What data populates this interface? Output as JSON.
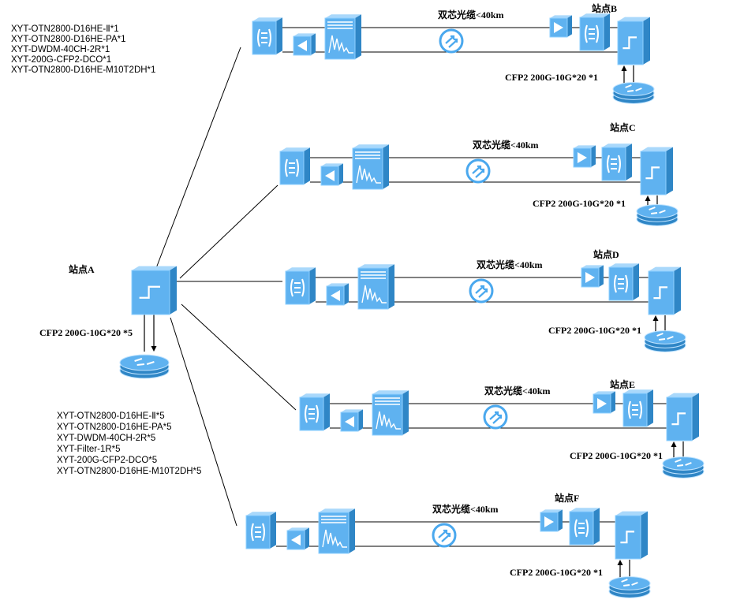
{
  "colors": {
    "device_front": "#5fb2f0",
    "device_side": "#2f86c6",
    "device_top": "#a9d8fb",
    "line": "#000000"
  },
  "site_a": {
    "label": "站点A",
    "link_label": "CFP2 200G-10G*20 *5",
    "equipment": [
      "XYT-OTN2800-D16HE-Ⅱ*5",
      "XYT-OTN2800-D16HE-PA*5",
      "XYT-DWDM-40CH-2R*5",
      "XYT-Filter-1R*5",
      "XYT-200G-CFP2-DCO*5",
      "XYT-OTN2800-D16HE-M10T2DH*5"
    ]
  },
  "remote_equipment": [
    "XYT-OTN2800-D16HE-Ⅱ*1",
    "XYT-OTN2800-D16HE-PA*1",
    "XYT-DWDM-40CH-2R*1",
    "XYT-200G-CFP2-DCO*1",
    "XYT-OTN2800-D16HE-M10T2DH*1"
  ],
  "sites": [
    {
      "label": "站点B",
      "fiber_label": "双芯光缆<40km",
      "link_label": "CFP2 200G-10G*20 *1"
    },
    {
      "label": "站点C",
      "fiber_label": "双芯光缆<40km",
      "link_label": "CFP2 200G-10G*20 *1"
    },
    {
      "label": "站点D",
      "fiber_label": "双芯光缆<40km",
      "link_label": "CFP2 200G-10G*20 *1"
    },
    {
      "label": "站点E",
      "fiber_label": "双芯光缆<40km",
      "link_label": "CFP2 200G-10G*20 *1"
    },
    {
      "label": "站点F",
      "fiber_label": "双芯光缆<40km",
      "link_label": "CFP2 200G-10G*20 *1"
    }
  ],
  "icons": [
    "mux-icon",
    "amplifier-icon",
    "dwdm-icon",
    "fiber-coupler-icon",
    "switch-icon",
    "router-icon"
  ]
}
